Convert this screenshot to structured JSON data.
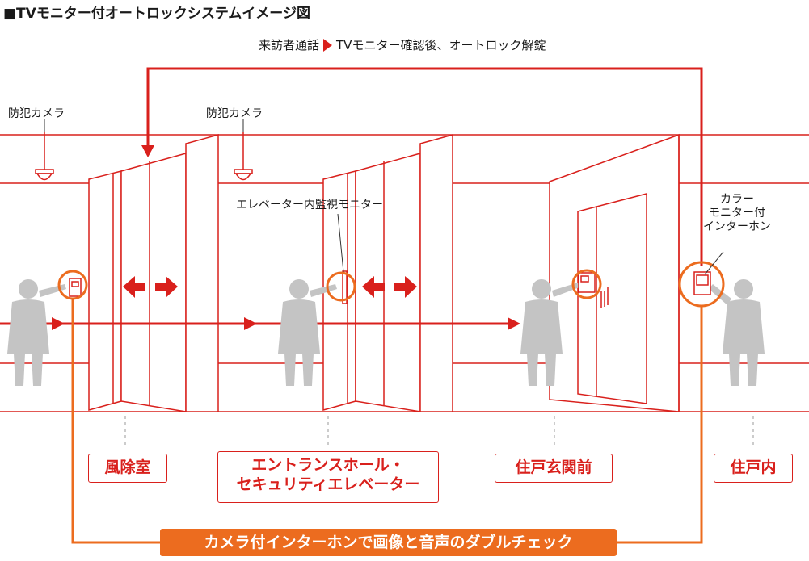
{
  "heading": "■TVモニター付オートロックシステムイメージ図",
  "flow": {
    "left": "来訪者通話",
    "right": "TVモニター確認後、オートロック解錠"
  },
  "cameras": [
    "防犯カメラ",
    "防犯カメラ"
  ],
  "labels": {
    "elevator_monitor": "エレベーター内監視モニター",
    "intercom_line1": "カラー",
    "intercom_line2": "モニター付",
    "intercom_line3": "インターホン"
  },
  "zones": {
    "vestibule": "風除室",
    "entrance_line1": "エントランスホール・",
    "entrance_line2": "セキュリティエレベーター",
    "door_front": "住戸玄関前",
    "inside": "住戸内"
  },
  "banner": "カメラ付インターホンで画像と音声のダブルチェック",
  "colors": {
    "accent_red": "#d9201c",
    "accent_orange": "#ec6c1f",
    "figure_gray": "#c4c4c4"
  }
}
